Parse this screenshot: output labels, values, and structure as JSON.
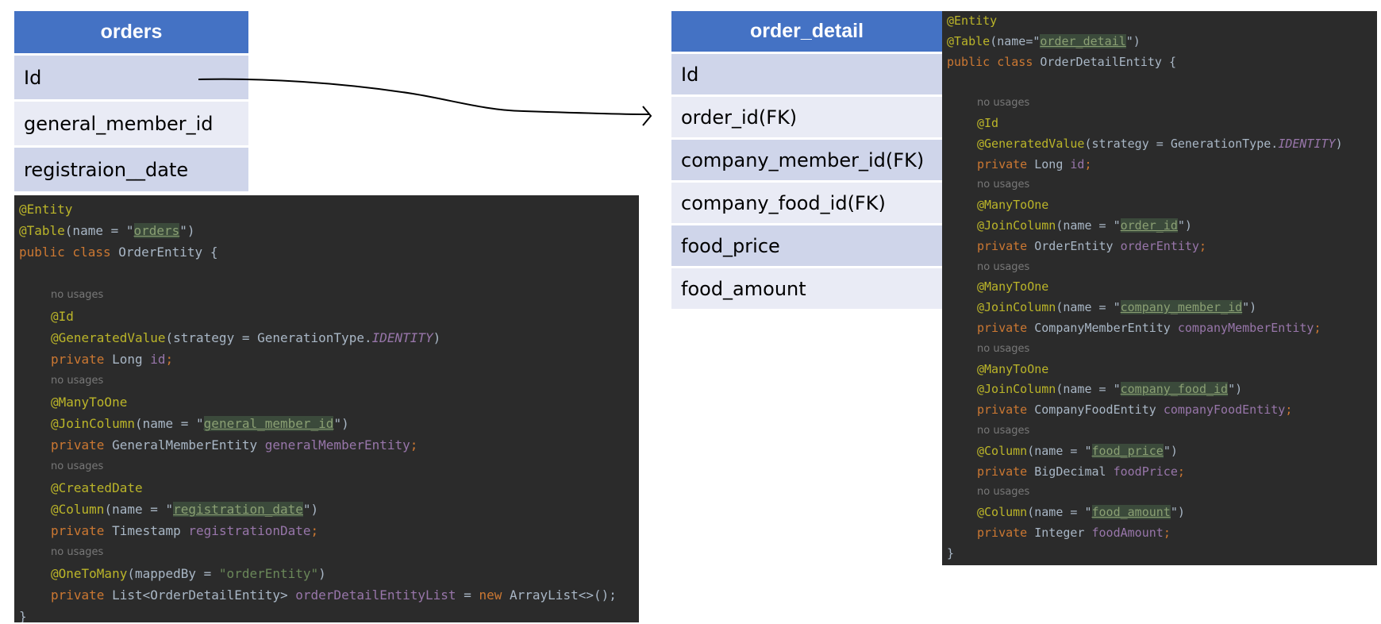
{
  "orders_table": {
    "title": "orders",
    "rows": [
      "Id",
      "general_member_id",
      "registraion__date"
    ]
  },
  "order_detail_table": {
    "title": "order_detail",
    "rows": [
      "Id",
      "order_id(FK)",
      "company_member_id(FK)",
      "company_food_id(FK)",
      "food_price",
      "food_amount"
    ]
  },
  "orders_code": {
    "entity": "@Entity",
    "table_ann": "@Table",
    "table_open": "(name = \"",
    "table_name": "orders",
    "table_close": "\")",
    "class_kw": "public class",
    "class_name": " OrderEntity {",
    "hint": "no usages",
    "id_ann": "@Id",
    "gen_ann": "@GeneratedValue",
    "gen_args": "(strategy = GenerationType.",
    "gen_identity": "IDENTITY",
    "gen_close": ")",
    "private_kw": "private",
    "id_type": " Long ",
    "id_field": "id",
    "semicolon": ";",
    "m2o_ann": "@ManyToOne",
    "join_ann": "@JoinColumn",
    "join_open": "(name = \"",
    "join_name": "general_member_id",
    "join_close": "\")",
    "gm_type": " GeneralMemberEntity ",
    "gm_field": "generalMemberEntity",
    "created_ann": "@CreatedDate",
    "col_ann": "@Column",
    "col_open": "(name = \"",
    "col_name": "registration_date",
    "col_close": "\")",
    "ts_type": " Timestamp ",
    "ts_field": "registrationDate",
    "o2m_ann": "@OneToMany",
    "o2m_args": "(mappedBy = ",
    "o2m_str": "\"orderEntity\"",
    "o2m_close": ")",
    "list_type": " List<OrderDetailEntity> ",
    "list_field": "orderDetailEntityList",
    "eq": " = ",
    "new_kw": "new",
    "list_init": " ArrayList<>();",
    "close_brace": "}"
  },
  "detail_code": {
    "entity": "@Entity",
    "table_ann": "@Table",
    "table_open": "(name=\"",
    "table_name": "order_detail",
    "table_close": "\")",
    "class_kw": "public class",
    "class_name": " OrderDetailEntity {",
    "hint": "no usages",
    "id_ann": "@Id",
    "gen_ann": "@GeneratedValue",
    "gen_args": "(strategy = GenerationType.",
    "gen_identity": "IDENTITY",
    "gen_close": ")",
    "private_kw": "private",
    "id_type": " Long ",
    "id_field": "id",
    "semicolon": ";",
    "m2o_ann": "@ManyToOne",
    "join_ann": "@JoinColumn",
    "join_open": "(name = \"",
    "join_close": "\")",
    "join1_name": "order_id",
    "oe_type": " OrderEntity ",
    "oe_field": "orderEntity",
    "join2_name": "company_member_id",
    "cm_type": " CompanyMemberEntity ",
    "cm_field": "companyMemberEntity",
    "join3_name": "company_food_id",
    "cf_type": " CompanyFoodEntity ",
    "cf_field": "companyFoodEntity",
    "col_ann": "@Column",
    "col_open": "(name = \"",
    "col_close": "\")",
    "col1_name": "food_price",
    "fp_type": " BigDecimal ",
    "fp_field": "foodPrice",
    "col2_name": "food_amount",
    "fa_type": " Integer ",
    "fa_field": "foodAmount",
    "close_brace": "}"
  },
  "colors": {
    "header": "#4472c4",
    "row_dark": "#cfd5ea",
    "row_light": "#e9ebf5",
    "code_bg": "#2b2b2b"
  }
}
